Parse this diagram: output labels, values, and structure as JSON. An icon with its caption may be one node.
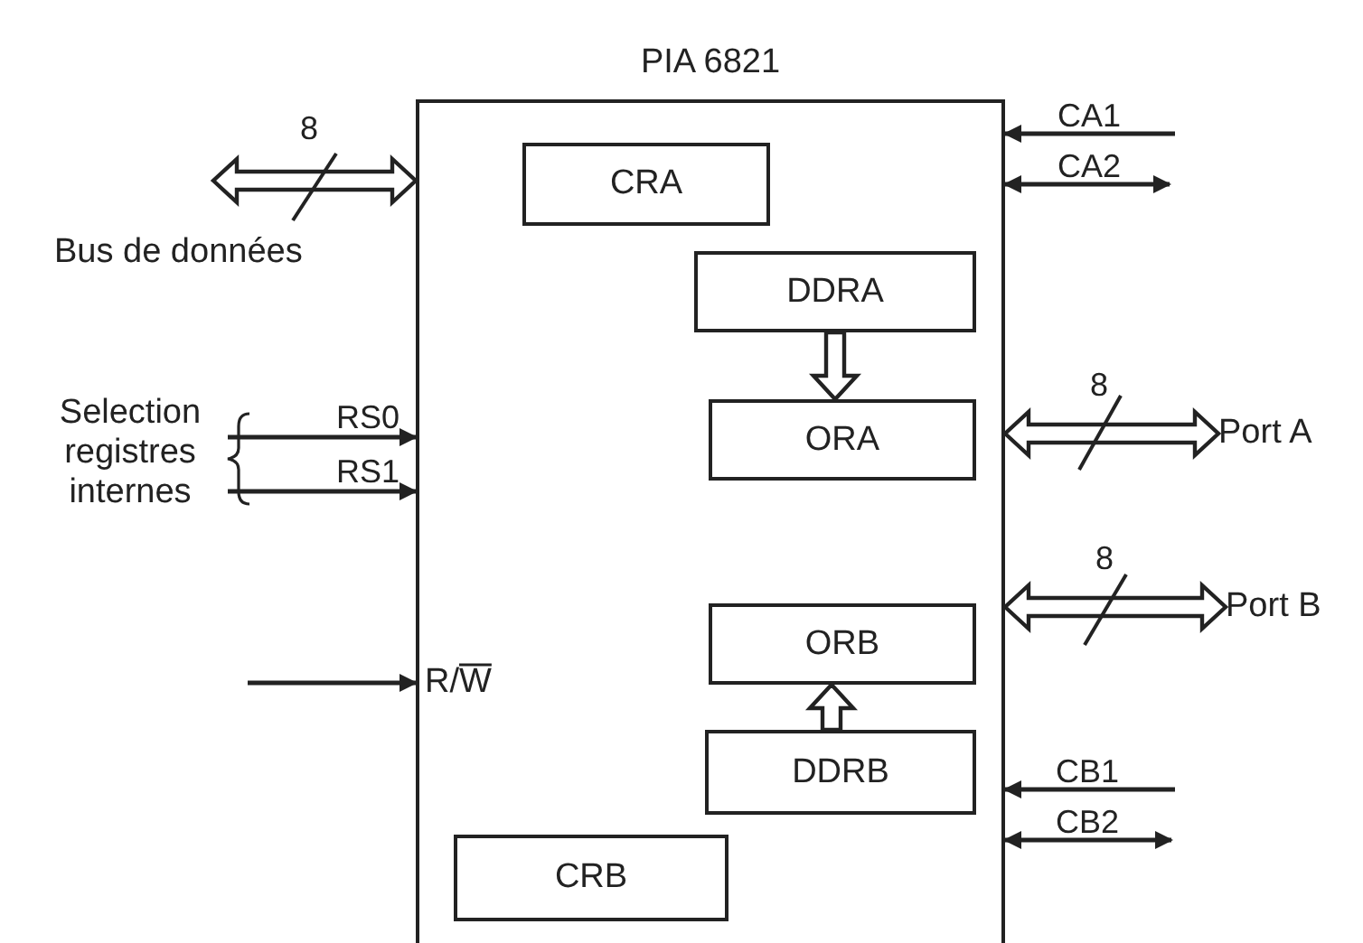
{
  "diagram": {
    "nodes": [
      {
        "text": [
          "PIA 6821"
        ]
      },
      {
        "text": [
          "CRA"
        ],
        "in": 0
      },
      {
        "text": [
          "DDRA"
        ],
        "in": 0
      },
      {
        "text": [
          "ORA"
        ],
        "in": 0
      },
      {
        "text": [
          "ORB"
        ],
        "in": 0
      },
      {
        "text": [
          "DDRB"
        ],
        "in": 0
      },
      {
        "text": [
          "CRB"
        ],
        "in": 0
      },
      {
        "text": [
          "Port A"
        ]
      },
      {
        "text": [
          "Port B"
        ]
      },
      {
        "text": [
          "Selection registres internes"
        ]
      }
    ],
    "edges": [
      {
        "from": null,
        "to": 0,
        "arrow": "both",
        "style": "thick",
        "label": "8"
      },
      {
        "from": 0,
        "to": 7,
        "arrow": "both",
        "style": "thick",
        "label": "8"
      },
      {
        "from": 0,
        "to": 8,
        "arrow": "both",
        "style": "thick",
        "label": "8"
      },
      {
        "from": 2,
        "to": 3,
        "arrow": "to",
        "style": "thick"
      },
      {
        "from": 5,
        "to": 4,
        "arrow": "to",
        "style": "thick"
      },
      {
        "from": 9,
        "to": 0,
        "arrow": "to",
        "label": "RS0"
      },
      {
        "from": 9,
        "to": 0,
        "arrow": "to",
        "label": "RS1"
      },
      {
        "from": null,
        "to": 0,
        "arrow": "to"
      },
      {
        "from": null,
        "to": 0,
        "arrow": "to",
        "label": "CA1"
      },
      {
        "from": null,
        "to": 0,
        "arrow": "both",
        "label": "CA2"
      },
      {
        "from": null,
        "to": 0,
        "arrow": "to",
        "label": "CB1"
      },
      {
        "from": null,
        "to": 0,
        "arrow": "both",
        "label": "CB2"
      }
    ],
    "labels": [
      "Bus de données",
      "R/W"
    ]
  }
}
